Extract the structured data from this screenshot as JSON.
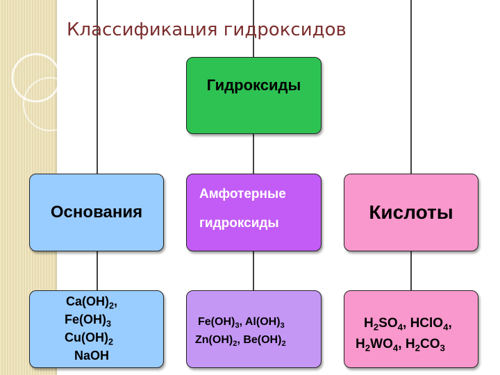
{
  "title": "Классификация гидроксидов",
  "root": {
    "label": "Гидроксиды"
  },
  "categories": {
    "bases": {
      "label": "Основания"
    },
    "amphoteric": {
      "line1": "Амфотерные",
      "line2": "гидроксиды"
    },
    "acids": {
      "label": "Кислоты"
    }
  },
  "examples": {
    "bases": {
      "f1": "Ca(OH)",
      "f1_sub": "2",
      "f1_sep": ",",
      "f2": "Fe(OH)",
      "f2_sub": "3",
      "f3": "Cu(OH)",
      "f3_sub": "2",
      "f4": "NaOH"
    },
    "amphoteric": {
      "a": "Fe(OH)",
      "a_sub": "3",
      "sep1": ", ",
      "b": "Al(OH)",
      "b_sub": "3",
      "c": "Zn(OH)",
      "c_sub": "2",
      "sep2": ", ",
      "d": "Be(OH)",
      "d_sub": "2"
    },
    "acids": {
      "h1": "H",
      "h1_sub": "2",
      "so": "SO",
      "so_sub": "4",
      "sep1": ", ",
      "hclo": "HClO",
      "hclo_sub": "4",
      "sep2": ",",
      "h2": "H",
      "h2_sub": "2",
      "wo": "WO",
      "wo_sub": "4",
      "sep3": ", ",
      "h3": "H",
      "h3_sub": "2",
      "co": "CO",
      "co_sub": "3"
    }
  },
  "colors": {
    "root": "#2ec253",
    "bases": "#99ccff",
    "amphoteric": "#c35cf6",
    "amphoteric_examples": "#c497f5",
    "acids": "#f998cc",
    "title": "#7b2d2d"
  }
}
